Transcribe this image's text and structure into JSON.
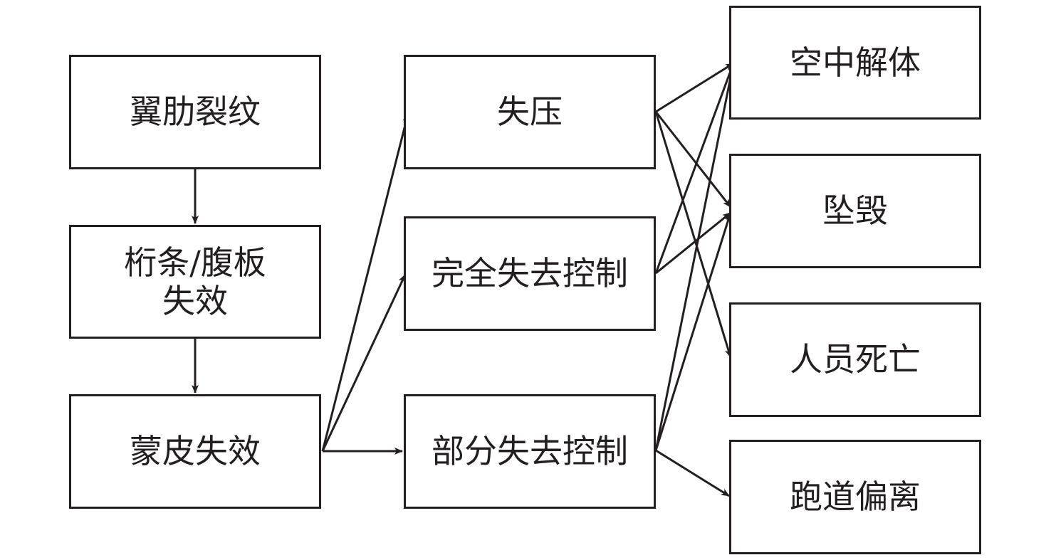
{
  "diagram": {
    "type": "flowchart",
    "colors": {
      "line": "#231f20",
      "background": "#ffffff"
    },
    "nodes": [
      {
        "id": "rib_crack",
        "label": "翼肋裂纹"
      },
      {
        "id": "stringer_web_failure",
        "label": "桁条/腹板\n失效"
      },
      {
        "id": "skin_failure",
        "label": "蒙皮失效"
      },
      {
        "id": "depressurization",
        "label": "失压"
      },
      {
        "id": "total_loss_of_control",
        "label": "完全失去控制"
      },
      {
        "id": "partial_loss_of_control",
        "label": "部分失去控制"
      },
      {
        "id": "inflight_breakup",
        "label": "空中解体"
      },
      {
        "id": "crash",
        "label": "坠毁"
      },
      {
        "id": "fatalities",
        "label": "人员死亡"
      },
      {
        "id": "runway_excursion",
        "label": "跑道偏离"
      }
    ],
    "edges": [
      {
        "from": "rib_crack",
        "to": "stringer_web_failure"
      },
      {
        "from": "stringer_web_failure",
        "to": "skin_failure"
      },
      {
        "from": "skin_failure",
        "to": "depressurization"
      },
      {
        "from": "skin_failure",
        "to": "total_loss_of_control"
      },
      {
        "from": "skin_failure",
        "to": "partial_loss_of_control"
      },
      {
        "from": "depressurization",
        "to": "inflight_breakup"
      },
      {
        "from": "depressurization",
        "to": "crash"
      },
      {
        "from": "depressurization",
        "to": "fatalities"
      },
      {
        "from": "total_loss_of_control",
        "to": "inflight_breakup"
      },
      {
        "from": "total_loss_of_control",
        "to": "crash"
      },
      {
        "from": "partial_loss_of_control",
        "to": "inflight_breakup"
      },
      {
        "from": "partial_loss_of_control",
        "to": "crash"
      },
      {
        "from": "partial_loss_of_control",
        "to": "runway_excursion"
      }
    ]
  }
}
